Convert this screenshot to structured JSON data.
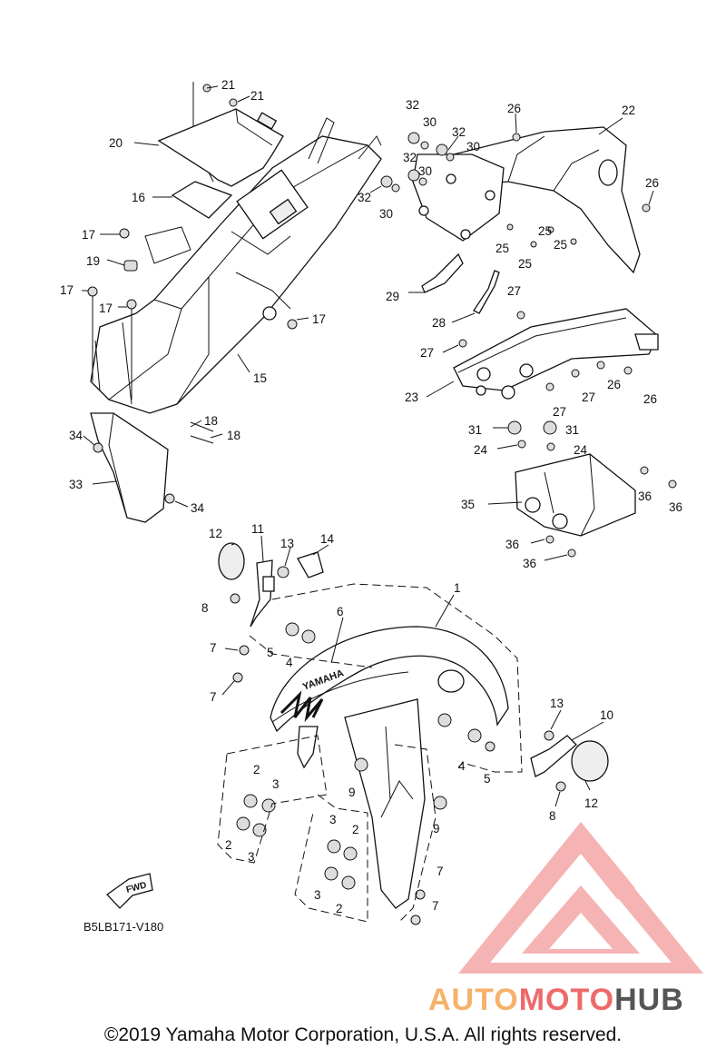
{
  "diagram": {
    "drawing_code": "B5LB171-V180",
    "fwd_label": "FWD",
    "copyright": "©2019 Yamaha Motor Corporation, U.S.A. All rights reserved.",
    "fender_logo_text": "YAMAHA",
    "watermark": {
      "part1": "AUTO",
      "part2": "MOTO",
      "part3": "HUB",
      "color1": "#f6b26b",
      "color2": "#ee6a6a",
      "color3": "#555555"
    },
    "callouts": [
      "1",
      "2",
      "3",
      "4",
      "5",
      "6",
      "7",
      "8",
      "9",
      "10",
      "11",
      "12",
      "13",
      "14",
      "15",
      "16",
      "17",
      "18",
      "19",
      "20",
      "21",
      "22",
      "23",
      "24",
      "25",
      "26",
      "27",
      "28",
      "29",
      "30",
      "31",
      "32",
      "33",
      "34",
      "35",
      "36"
    ]
  }
}
